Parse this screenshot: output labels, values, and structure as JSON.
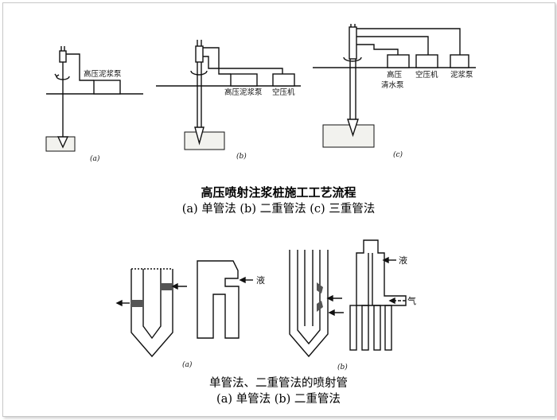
{
  "top_figure": {
    "a": {
      "pump_label": "高压泥浆泵",
      "tag": "(a)"
    },
    "b": {
      "pump1_label": "高压泥浆泵",
      "pump2_label": "空压机",
      "tag": "(b)"
    },
    "c": {
      "pump1_label_line1": "高压",
      "pump1_label_line2": "清水泵",
      "pump2_label": "空压机",
      "pump3_label": "泥浆泵",
      "tag": "(c)"
    },
    "caption_title": "高压喷射注浆桩施工工艺流程",
    "caption_sub": "(a) 单管法  (b) 二重管法  (c) 三重管法"
  },
  "bottom_figure": {
    "liquid_label_a": "液",
    "liquid_label_b": "液",
    "gas_label_b": "气",
    "tag_a": "(a)",
    "tag_b": "(b)",
    "caption_title": "单管法、二重管法的喷射管",
    "caption_sub": "(a) 单管法  (b) 二重管法"
  },
  "colors": {
    "ink": "#111111",
    "soil": "#f2f2ee"
  }
}
